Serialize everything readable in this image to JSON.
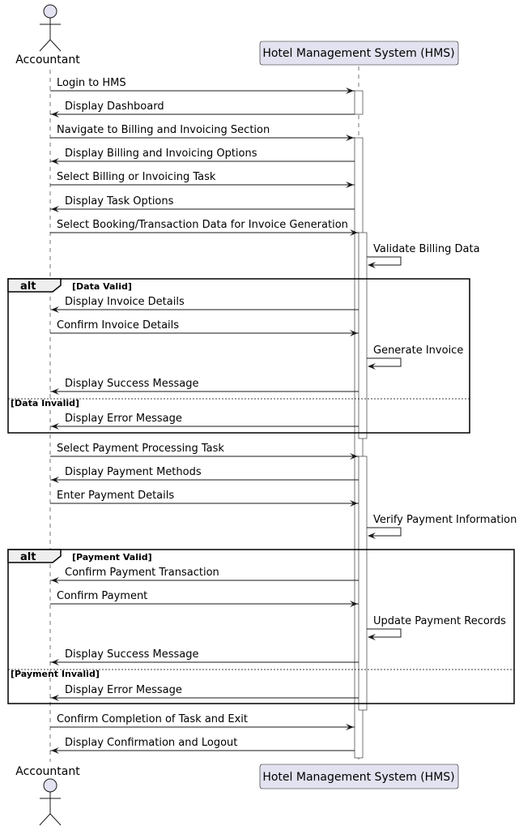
{
  "actor": {
    "name": "Accountant"
  },
  "system": {
    "name": "Hotel Management System (HMS)"
  },
  "colors": {
    "participant_fill": "#E2E2F0",
    "participant_stroke": "#181818",
    "activation_fill": "#FFFFFF",
    "line": "#181818",
    "lifeline": "#181818"
  },
  "messages": [
    {
      "text": "Login to HMS",
      "dir": "right"
    },
    {
      "text": "Display Dashboard",
      "dir": "left"
    },
    {
      "text": "Navigate to Billing and Invoicing Section",
      "dir": "right"
    },
    {
      "text": "Display Billing and Invoicing Options",
      "dir": "left"
    },
    {
      "text": "Select Billing or Invoicing Task",
      "dir": "right"
    },
    {
      "text": "Display Task Options",
      "dir": "left"
    },
    {
      "text": "Select Booking/Transaction Data for Invoice Generation",
      "dir": "right"
    },
    {
      "text": "Validate Billing Data",
      "dir": "self"
    },
    {
      "text": "Display Invoice Details",
      "dir": "left"
    },
    {
      "text": "Confirm Invoice Details",
      "dir": "right"
    },
    {
      "text": "Generate Invoice",
      "dir": "self"
    },
    {
      "text": "Display Success Message",
      "dir": "left"
    },
    {
      "text": "Display Error Message",
      "dir": "left"
    },
    {
      "text": "Select Payment Processing Task",
      "dir": "right"
    },
    {
      "text": "Display Payment Methods",
      "dir": "left"
    },
    {
      "text": "Enter Payment Details",
      "dir": "right"
    },
    {
      "text": "Verify Payment Information",
      "dir": "self"
    },
    {
      "text": "Confirm Payment Transaction",
      "dir": "left"
    },
    {
      "text": "Confirm Payment",
      "dir": "right"
    },
    {
      "text": "Update Payment Records",
      "dir": "self"
    },
    {
      "text": "Display Success Message",
      "dir": "left"
    },
    {
      "text": "Display Error Message",
      "dir": "left"
    },
    {
      "text": "Confirm Completion of Task and Exit",
      "dir": "right"
    },
    {
      "text": "Display Confirmation and Logout",
      "dir": "left"
    }
  ],
  "fragments": [
    {
      "operator": "alt",
      "guard": "[Data Valid]",
      "else_guard": "[Data Invalid]"
    },
    {
      "operator": "alt",
      "guard": "[Payment Valid]",
      "else_guard": "[Payment Invalid]"
    }
  ]
}
